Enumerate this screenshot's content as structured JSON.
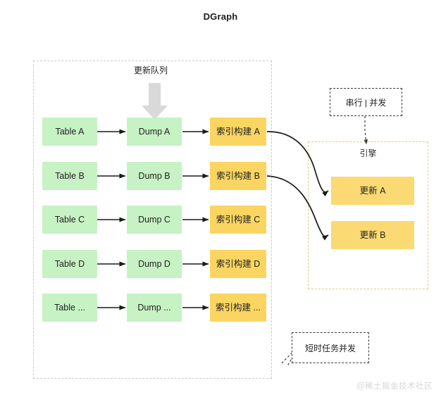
{
  "title": "DGraph",
  "queue": {
    "label": "更新队列",
    "arrow_icon": "down-block-arrow-icon"
  },
  "pipeline": {
    "rows": [
      {
        "table": "Table A",
        "dump": "Dump A",
        "index": "索引构建 A"
      },
      {
        "table": "Table B",
        "dump": "Dump B",
        "index": "索引构建 B"
      },
      {
        "table": "Table C",
        "dump": "Dump C",
        "index": "索引构建 C"
      },
      {
        "table": "Table D",
        "dump": "Dump D",
        "index": "索引构建 D"
      },
      {
        "table": "Table ...",
        "dump": "Dump ...",
        "index": "索引构建 ..."
      }
    ]
  },
  "engine": {
    "label": "引擎",
    "updates": [
      "更新 A",
      "更新 B"
    ]
  },
  "callouts": {
    "top": "串行 | 并发",
    "bottom": "短时任务并发"
  },
  "watermark": "@稀土掘金技术社区",
  "colors": {
    "green": "#c7f2c4",
    "yellow": "#fad561",
    "engine_border": "#e8c98a",
    "group_border": "#c9c9c9",
    "callout_border": "#3a3a3a",
    "arrow": "#1a1a1a",
    "queue_arrow": "#d9d9d9"
  }
}
